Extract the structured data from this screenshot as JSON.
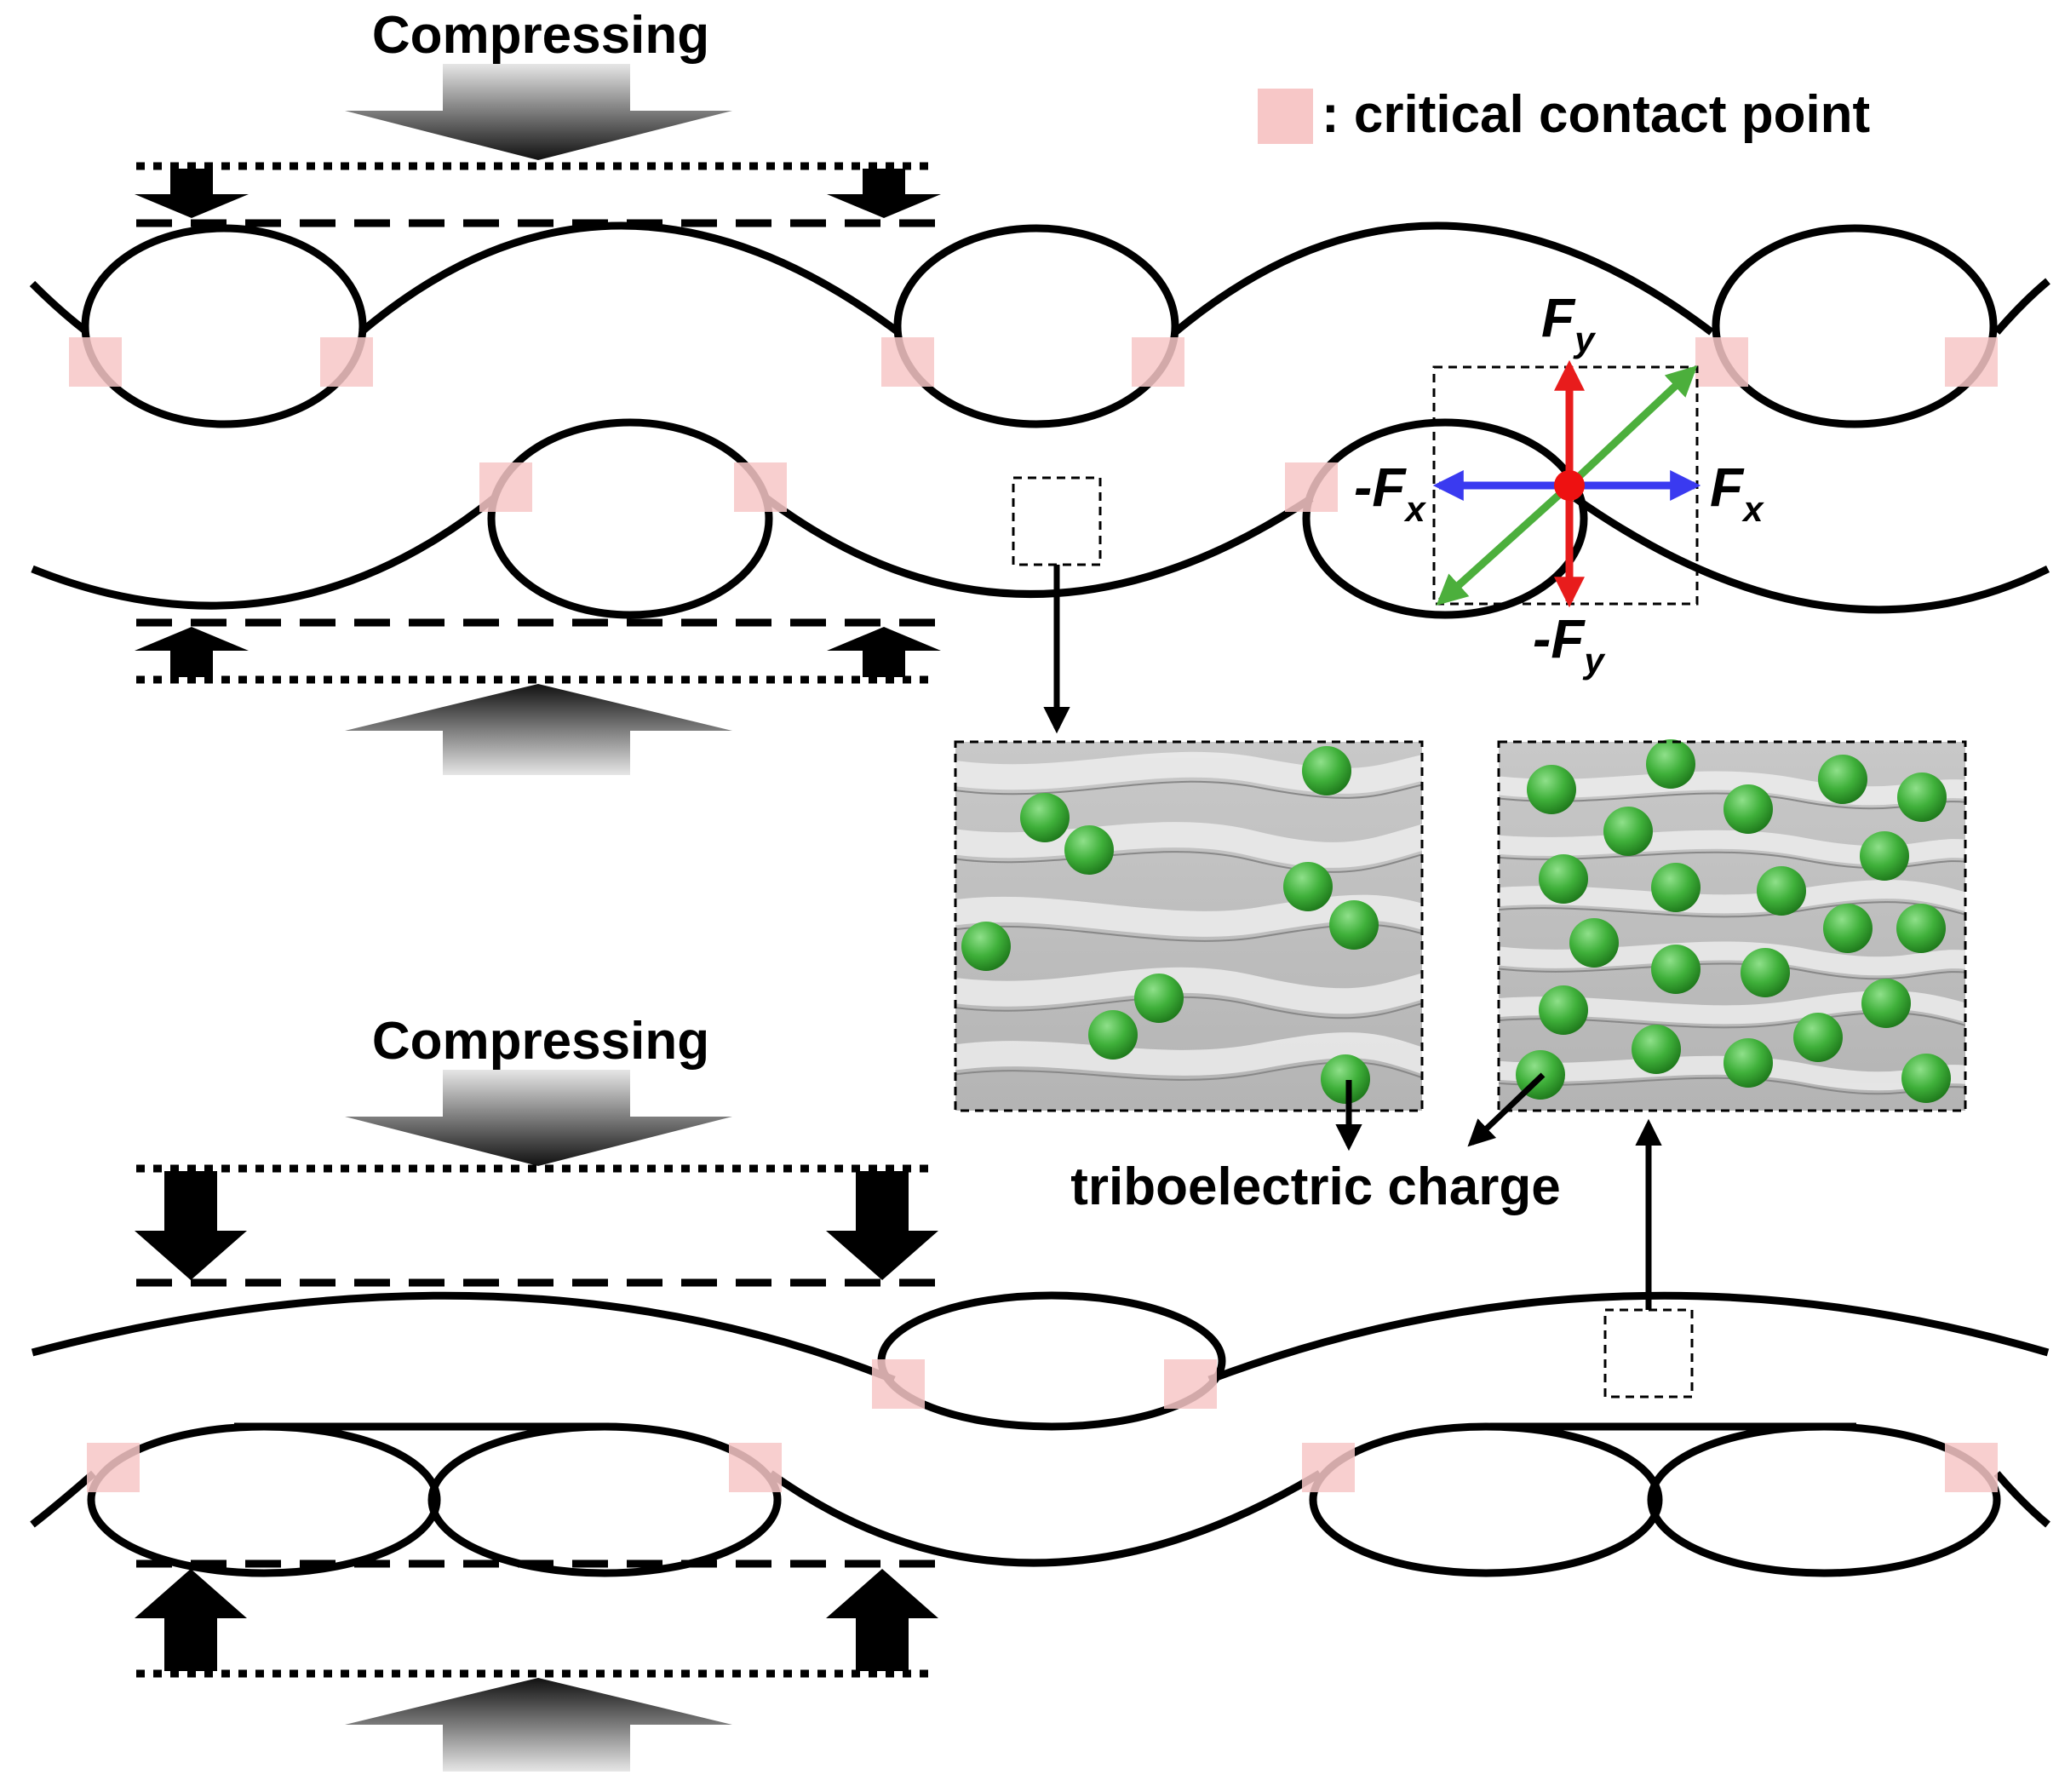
{
  "top_label": "Compressing",
  "bottom_label": "Compressing",
  "legend": {
    "text": ": critical contact point",
    "color": "#f7c7c7"
  },
  "forces": {
    "fy": {
      "base": "F",
      "sub": "y",
      "color": "#e81c1c"
    },
    "neg_fy": {
      "base": "-F",
      "sub": "y",
      "color": "#e81c1c"
    },
    "fx": {
      "base": "F",
      "sub": "x",
      "color": "#3a3af0"
    },
    "neg_fx": {
      "base": "-F",
      "sub": "x",
      "color": "#3a3af0"
    },
    "resultant_color": "#4caf3c",
    "contact_point_color": "#ee1111"
  },
  "charge_label": "triboelectric charge",
  "particle_color": "#3fb03a"
}
